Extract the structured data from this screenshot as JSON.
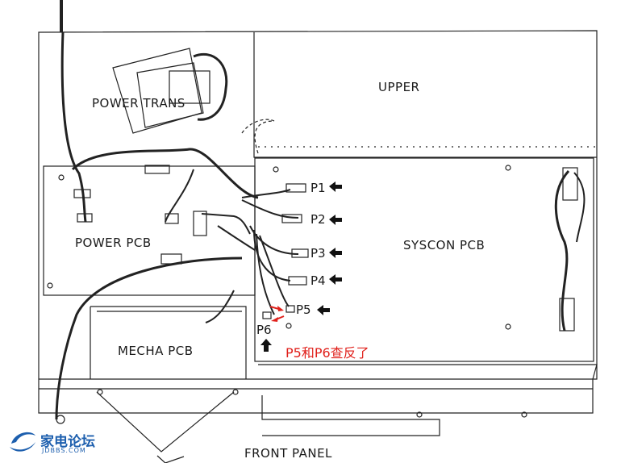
{
  "labels": {
    "upper": "UPPER",
    "power_trans": "POWER TRANS",
    "power_pcb": "POWER PCB",
    "syscon_pcb": "SYSCON PCB",
    "mecha_pcb": "MECHA PCB",
    "front_panel": "FRONT PANEL"
  },
  "connectors": {
    "p1": "P1",
    "p2": "P2",
    "p3": "P3",
    "p4": "P4",
    "p5": "P5",
    "p6": "P6"
  },
  "annotation": {
    "note": "P5和P6查反了",
    "color": "#e0201b"
  },
  "watermark": {
    "name": "家电论坛",
    "domain": "JDBBS.COM",
    "color": "#1d5fae"
  }
}
